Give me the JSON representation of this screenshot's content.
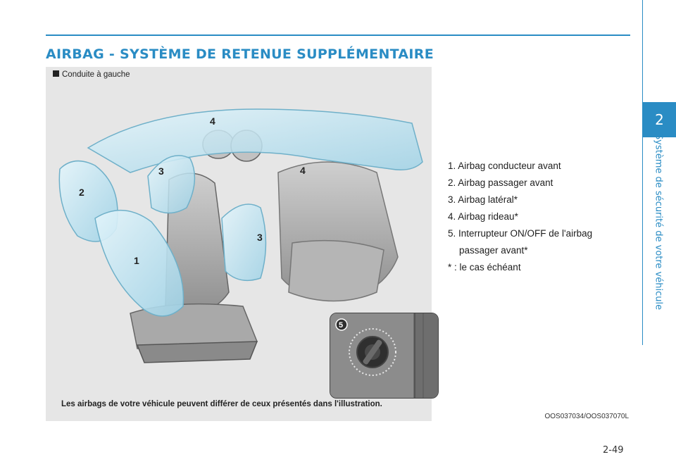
{
  "header": {
    "title": "AIRBAG - SYSTÈME DE RETENUE SUPPLÉMENTAIRE"
  },
  "sidebar": {
    "chapter_number": "2",
    "chapter_title": "Système de sécurité de votre véhicule"
  },
  "figure": {
    "label": "Conduite à gauche",
    "callouts": [
      "1",
      "2",
      "3",
      "3",
      "4",
      "4",
      "5"
    ],
    "legend": [
      "1. Airbag conducteur avant",
      "2. Airbag passager avant",
      "3. Airbag latéral*",
      "4. Airbag rideau*",
      "5. Interrupteur ON/OFF de l'airbag",
      "passager avant*",
      "* : le cas échéant"
    ],
    "note": "Les airbags de votre véhicule peuvent différer de ceux présentés dans l'illustration.",
    "reference_code": "OOS037034/OOS037070L"
  },
  "footer": {
    "page_number": "2-49"
  },
  "colors": {
    "accent": "#2a8cc4",
    "airbag": "#bfe6f2",
    "figure_bg": "#e6e6e6"
  }
}
